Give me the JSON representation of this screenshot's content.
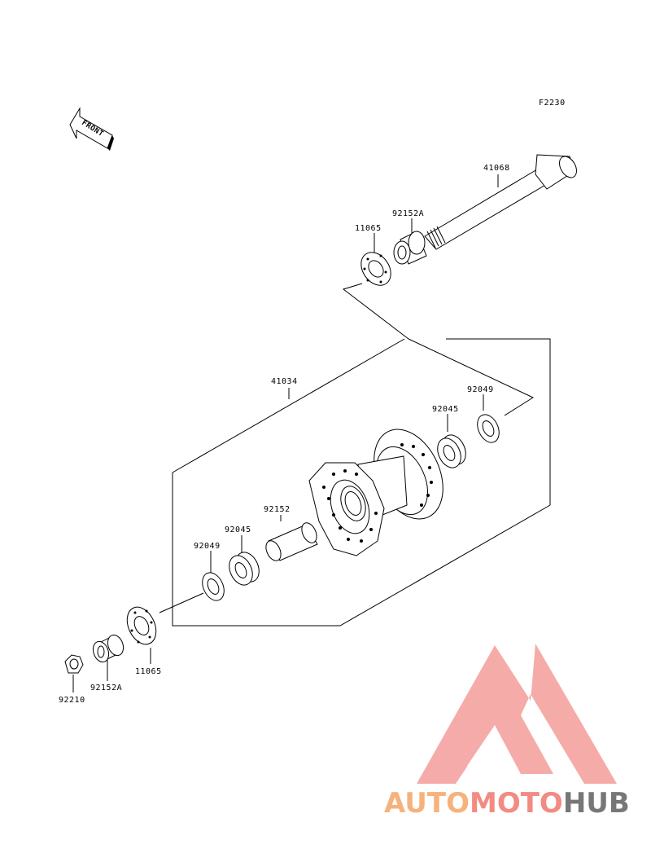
{
  "figure_code": "F2230",
  "front_arrow_text": "FRONT",
  "parts": {
    "axle": "41068",
    "spacer_top": "92152A",
    "rotor_plate_top": "11065",
    "hub": "41034",
    "bearing_right": "92045",
    "seal_right": "92049",
    "inner_collar": "92152",
    "bearing_left": "92045",
    "seal_left": "92049",
    "rotor_plate_bottom": "11065",
    "spacer_bottom": "92152A",
    "nut": "92210"
  },
  "watermark": {
    "part1": "AUTO",
    "part2": "MOTO",
    "part3": "HUB",
    "colors": {
      "auto": "#f6b27d",
      "moto": "#f28b82",
      "hub": "#777777",
      "logo": "#f4a3a0"
    }
  }
}
